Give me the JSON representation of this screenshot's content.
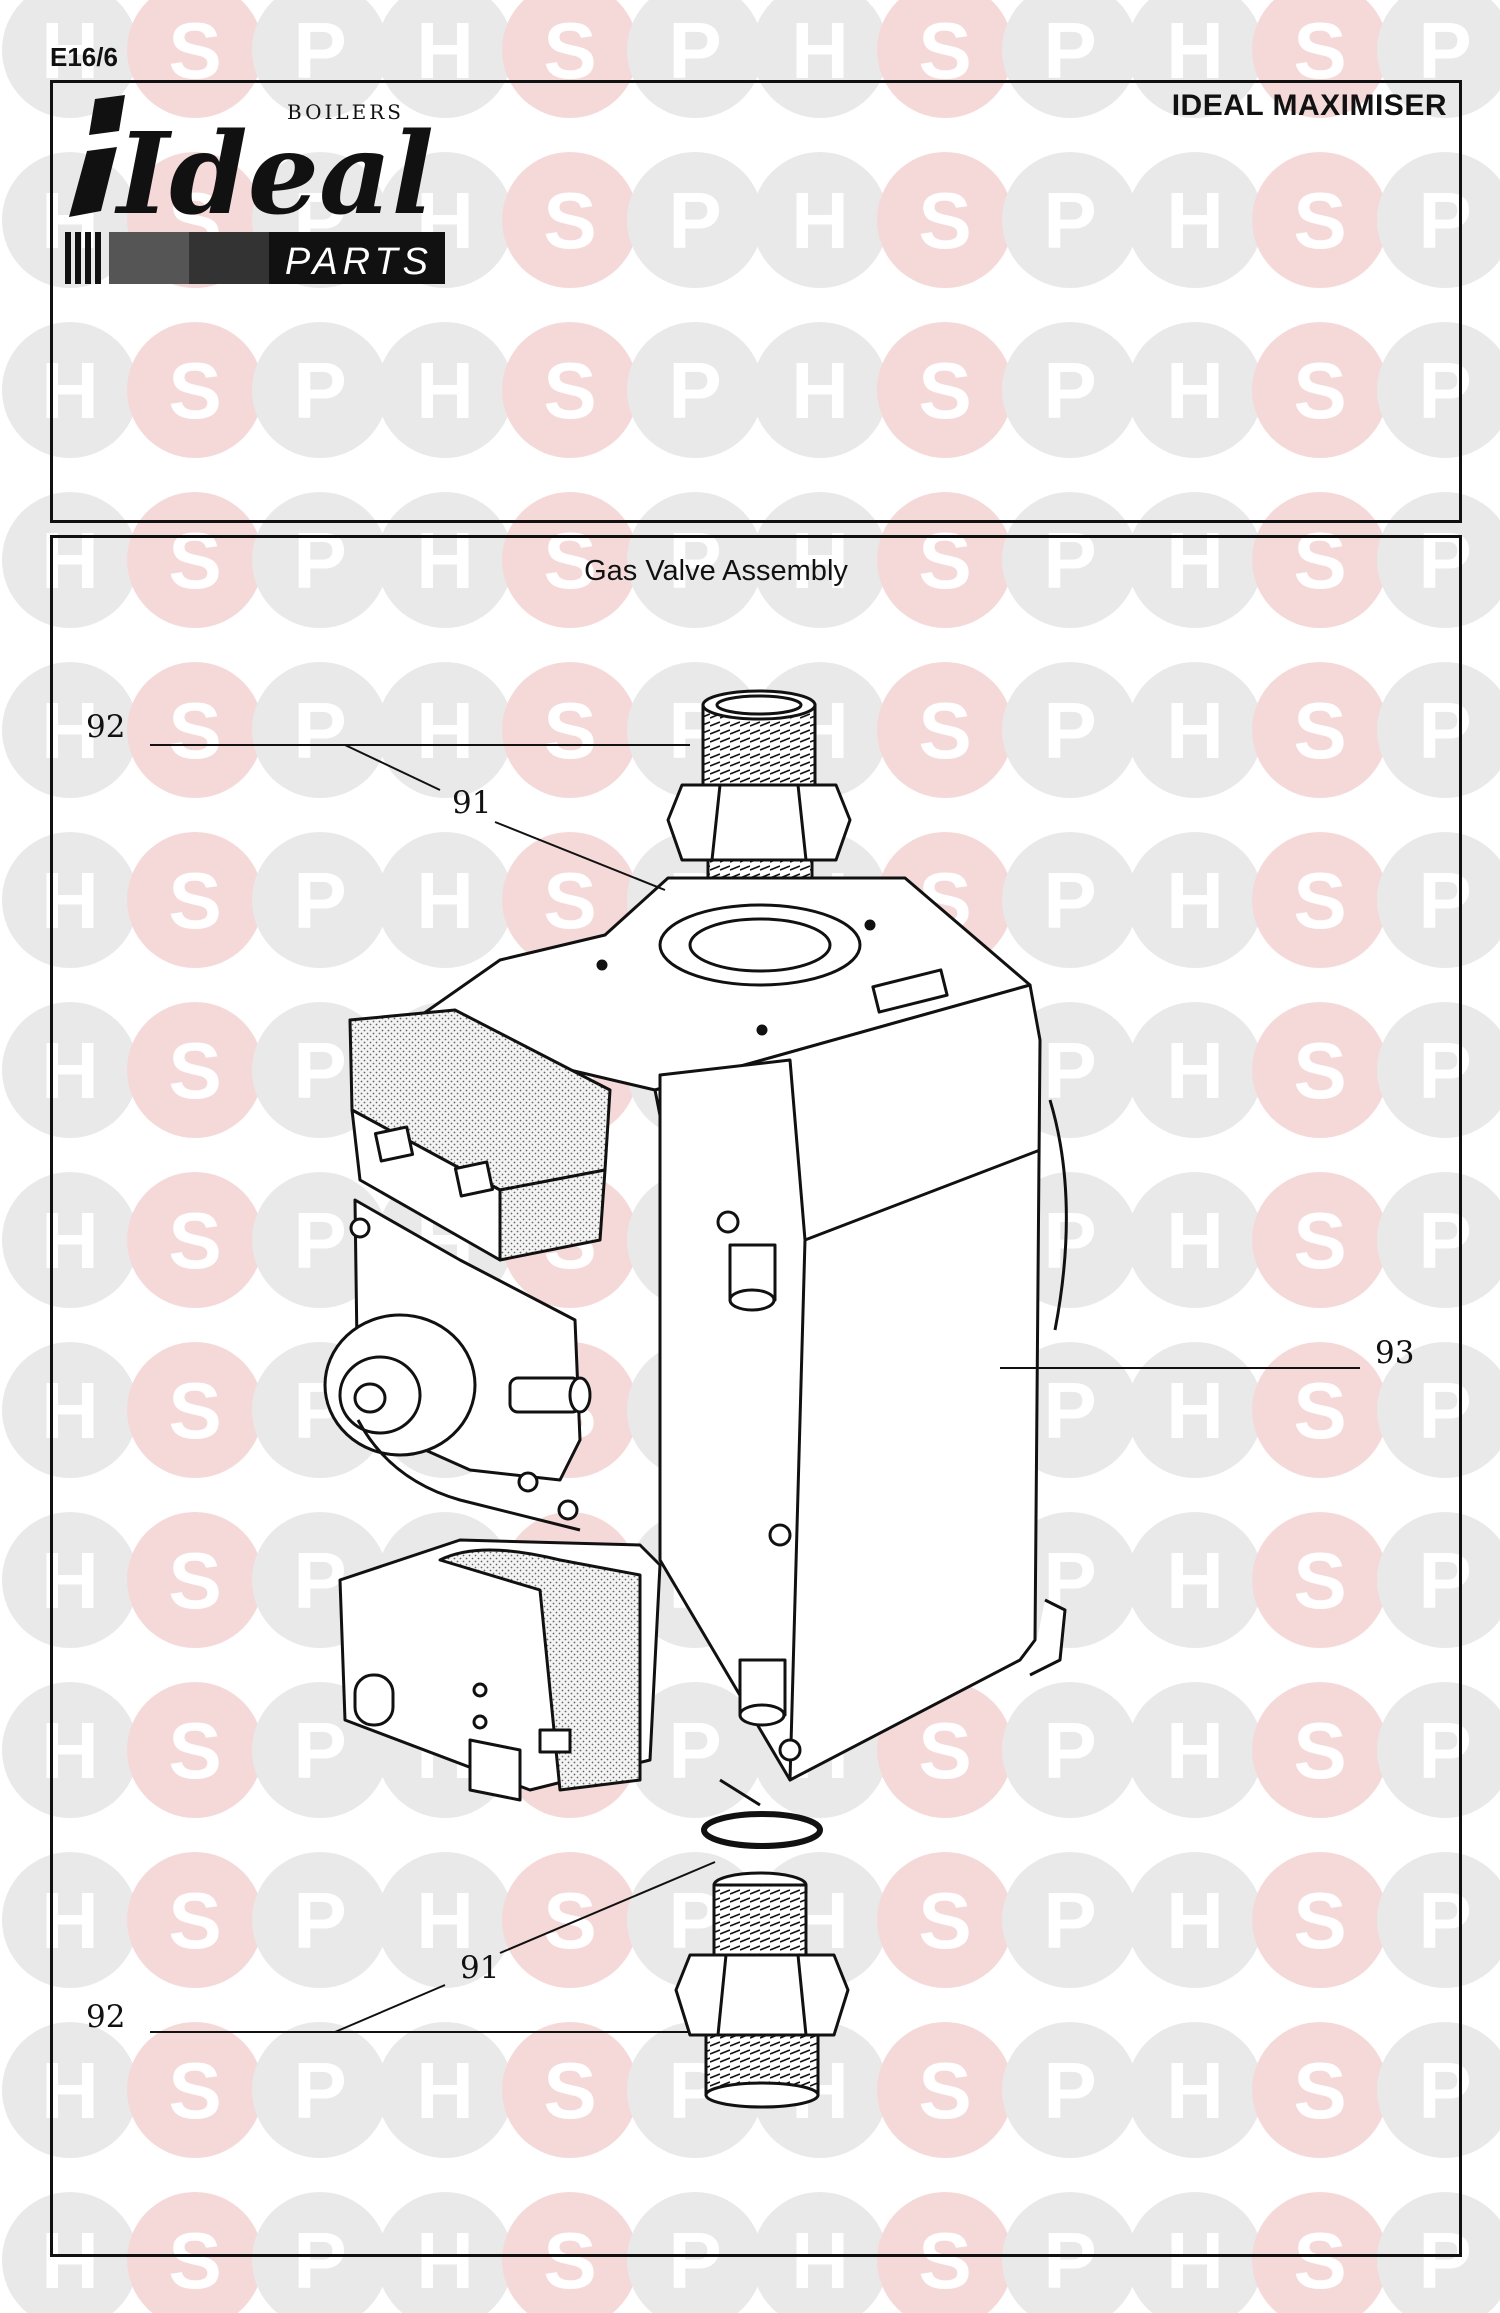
{
  "page": {
    "code": "E16/6",
    "product": "IDEAL MAXIMISER"
  },
  "logo": {
    "brand_small": "BOILERS",
    "brand_large": "Ideal",
    "brand_sub": "PARTS"
  },
  "diagram": {
    "title": "Gas Valve Assembly",
    "callouts": {
      "top_union_nut": "92",
      "top_o_ring": "91",
      "valve_body": "93",
      "bottom_o_ring": "91",
      "bottom_union_nut": "92"
    }
  },
  "watermark": {
    "letters": [
      "H",
      "S",
      "P"
    ]
  },
  "colors": {
    "watermark_grey": "#e9e9e9",
    "watermark_pink": "#f5d9d9",
    "ink": "#111111",
    "stipple": "#7a7a7a"
  }
}
